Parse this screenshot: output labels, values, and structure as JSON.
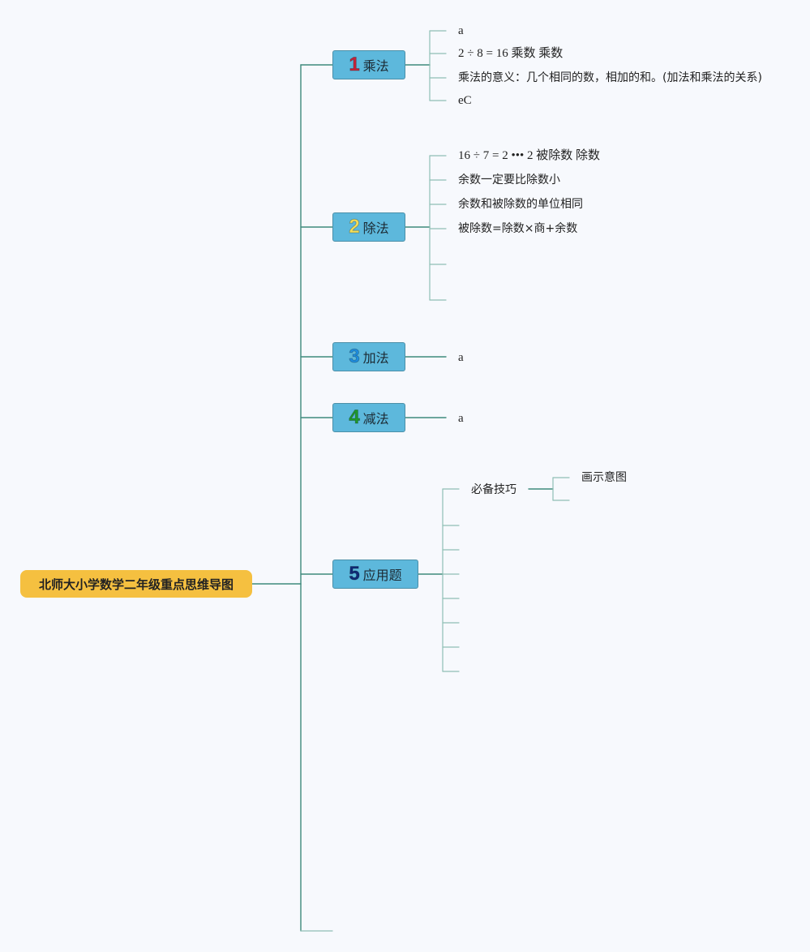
{
  "root": {
    "title": "北师大小学数学二年级重点思维导图"
  },
  "branches": [
    {
      "number": "1",
      "label": "乘法",
      "color": "#c8243a",
      "leaves": [
        "a",
        "2 ÷ 8 = 16 乘数 乘数",
        "乘法的意义：几个相同的数，相加的和。(加法和乘法的关系)",
        "eC"
      ]
    },
    {
      "number": "2",
      "label": "除法",
      "color": "#f4df5a",
      "leaves": [
        "16 ÷ 7 = 2 ••• 2 被除数 除数",
        "余数一定要比除数小",
        "余数和被除数的单位相同",
        "被除数=除数×商+余数"
      ]
    },
    {
      "number": "3",
      "label": "加法",
      "color": "#1f8ee0",
      "leaves": [
        "a"
      ]
    },
    {
      "number": "4",
      "label": "减法",
      "color": "#1e9a2c",
      "leaves": [
        "a"
      ]
    },
    {
      "number": "5",
      "label": "应用题",
      "color": "#0e2a78",
      "sub": {
        "label": "必备技巧",
        "child": "画示意图"
      }
    }
  ]
}
